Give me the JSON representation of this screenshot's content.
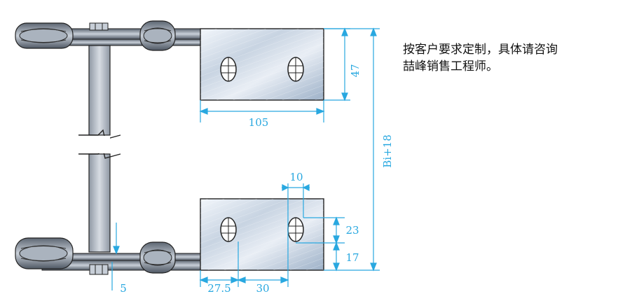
{
  "note": {
    "line1": "按客户要求定制，具体请咨询",
    "line2": "喆峰销售工程师。"
  },
  "dimensions": {
    "plate_height": "47",
    "plate_length": "105",
    "overall_width": "Bi+18",
    "slot_width": "10",
    "slot_offset_y": "23",
    "bottom_offset": "17",
    "edge_offset": "5",
    "first_hole": "27.5",
    "hole_pitch": "30"
  },
  "colors": {
    "dimension": "#29a8e0",
    "outline": "#222222",
    "steel_light": "#e6edf6",
    "steel_dark": "#9cb0c6",
    "chain_link": "#7d8794"
  }
}
